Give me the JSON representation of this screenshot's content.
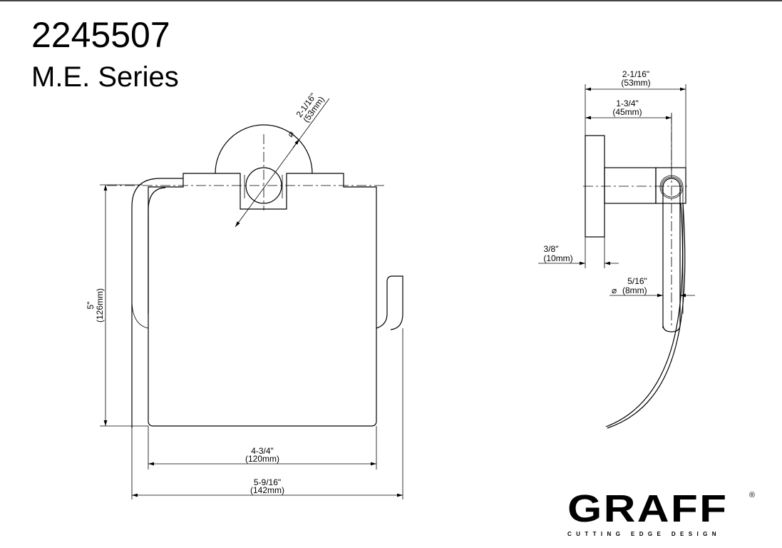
{
  "header": {
    "model_number": "2245507",
    "series": "M.E. Series"
  },
  "front_view": {
    "diameter_symbol": "⌀",
    "flange_diameter_in": "2-1/16\"",
    "flange_diameter_mm": "(53mm)",
    "height_in": "5\"",
    "height_mm": "(126mm)",
    "cover_width_in": "4-3/4\"",
    "cover_width_mm": "(120mm)",
    "overall_width_in": "5-9/16\"",
    "overall_width_mm": "(142mm)"
  },
  "side_view": {
    "overall_depth_in": "2-1/16\"",
    "overall_depth_mm": "(53mm)",
    "arm_depth_in": "1-3/4\"",
    "arm_depth_mm": "(45mm)",
    "plate_thickness_in": "3/8\"",
    "plate_thickness_mm": "(10mm)",
    "diameter_symbol": "⌀",
    "rod_diameter_in": "5/16\"",
    "rod_diameter_mm": "(8mm)"
  },
  "logo": {
    "brand": "GRAFF",
    "registered": "®",
    "tagline": "CUTTING EDGE DESIGN"
  }
}
